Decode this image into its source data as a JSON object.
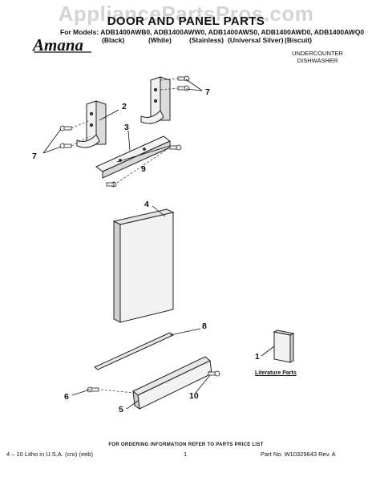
{
  "watermark": "AppliancePartsPros.com",
  "title": "DOOR AND PANEL PARTS",
  "models_line": "For Models: ADB1400AWB0, ADB1400AWW0, ADB1400AWS0, ADB1400AWD0, ADB1400AWQ0",
  "variants": [
    "(Black)",
    "(White)",
    "(Stainless)",
    "(Universal Silver)",
    "(Biscuit)"
  ],
  "brand_logo_text": "Amana",
  "appliance_type": [
    "UNDERCOUNTER",
    "DISHWASHER"
  ],
  "callouts": [
    "1",
    "2",
    "3",
    "4",
    "5",
    "6",
    "7",
    "7",
    "8",
    "9",
    "10"
  ],
  "literature_label": "Literature Parts",
  "footer_notice": "FOR ORDERING INFORMATION REFER TO PARTS PRICE LIST",
  "footer_left": "4 – 10 Litho in U.S.A. (cro) (eeb)",
  "footer_page": "1",
  "footer_right": "Part No. W10329843 Rev. A"
}
